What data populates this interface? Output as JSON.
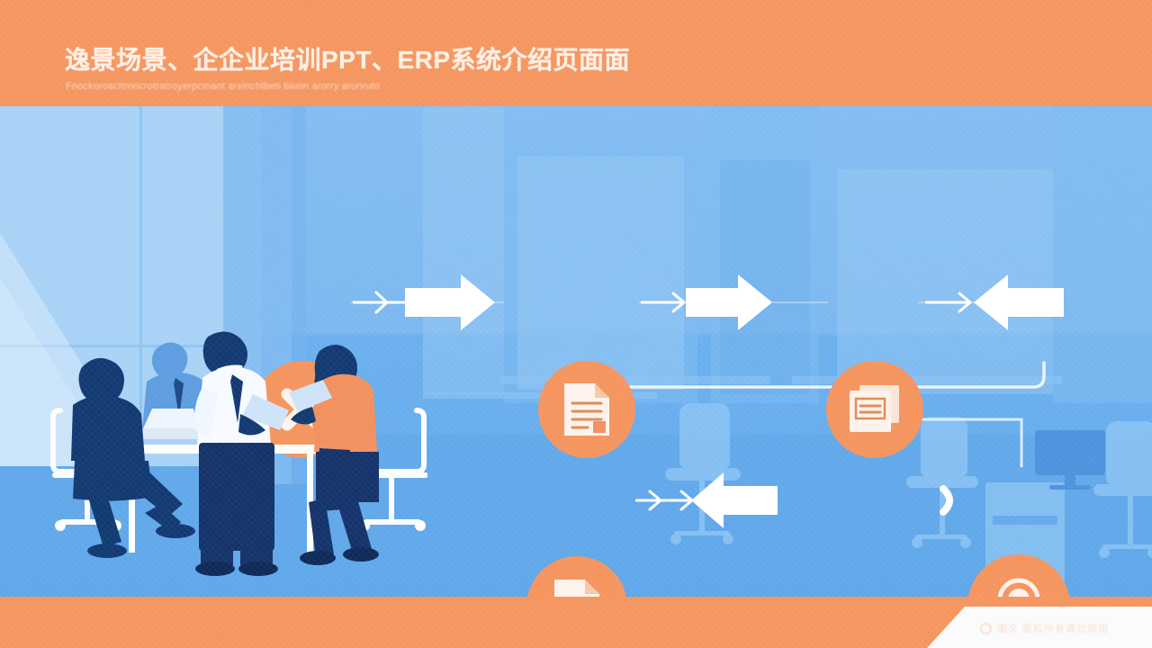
{
  "header": {
    "title": "逸景场景、企企业培训PPT、ERP系统介绍页面面",
    "subtitle": "Fnockoroscttmricrotratroyerpcmant arxinchtbeti biuon arorry arunruto",
    "bg_color": "#f5955f",
    "title_color": "#fdf0e6"
  },
  "stage": {
    "bg_color": "#6bb0ee",
    "accent_color": "#f5955f",
    "icon_color": "#fdf3ec",
    "scene_name": "office-meeting-illustration"
  },
  "flow": {
    "nodes": [
      {
        "id": "node-1",
        "icon": "close-x-icon",
        "row": "top",
        "label": ""
      },
      {
        "id": "node-2",
        "icon": "document-icon",
        "row": "top",
        "label": ""
      },
      {
        "id": "node-3",
        "icon": "document-stack-icon",
        "row": "top",
        "label": ""
      },
      {
        "id": "node-4",
        "icon": "document-icon",
        "row": "bottom",
        "label": ""
      },
      {
        "id": "node-5",
        "icon": "award-badge-icon",
        "row": "bottom",
        "label": ""
      }
    ],
    "connectors": [
      {
        "id": "conn-1",
        "type": "thin-double-chevron",
        "direction": "right"
      },
      {
        "id": "conn-2",
        "type": "bold-block-arrow",
        "direction": "right"
      },
      {
        "id": "conn-3",
        "type": "thin-double-chevron",
        "direction": "right"
      },
      {
        "id": "conn-4",
        "type": "bold-block-arrow",
        "direction": "right"
      },
      {
        "id": "conn-5",
        "type": "thin-double-chevron",
        "direction": "right"
      },
      {
        "id": "conn-6",
        "type": "bold-block-arrow",
        "direction": "left"
      },
      {
        "id": "conn-7",
        "type": "elbow-line-arrow",
        "direction": "down-left"
      },
      {
        "id": "conn-8",
        "type": "thin-double-chevron",
        "direction": "right"
      },
      {
        "id": "conn-9",
        "type": "bold-block-arrow",
        "direction": "left"
      },
      {
        "id": "conn-10",
        "type": "chevron-small",
        "direction": "right"
      }
    ]
  },
  "people": [
    {
      "id": "person-seated",
      "name": "seated-businessman",
      "color": "#123a72"
    },
    {
      "id": "person-blue",
      "name": "seated-man-blue",
      "color": "#5d9de0"
    },
    {
      "id": "person-standing",
      "name": "standing-man-white",
      "color": "#f7fbff"
    },
    {
      "id": "person-woman",
      "name": "standing-woman",
      "color": "#f2915f"
    }
  ],
  "footer": {
    "bar_color": "#f5955f",
    "panel_color": "#fbfbfb",
    "watermark_text": "图文 版权所有请勿商用",
    "watermark_icon": "circle-logo-icon"
  }
}
